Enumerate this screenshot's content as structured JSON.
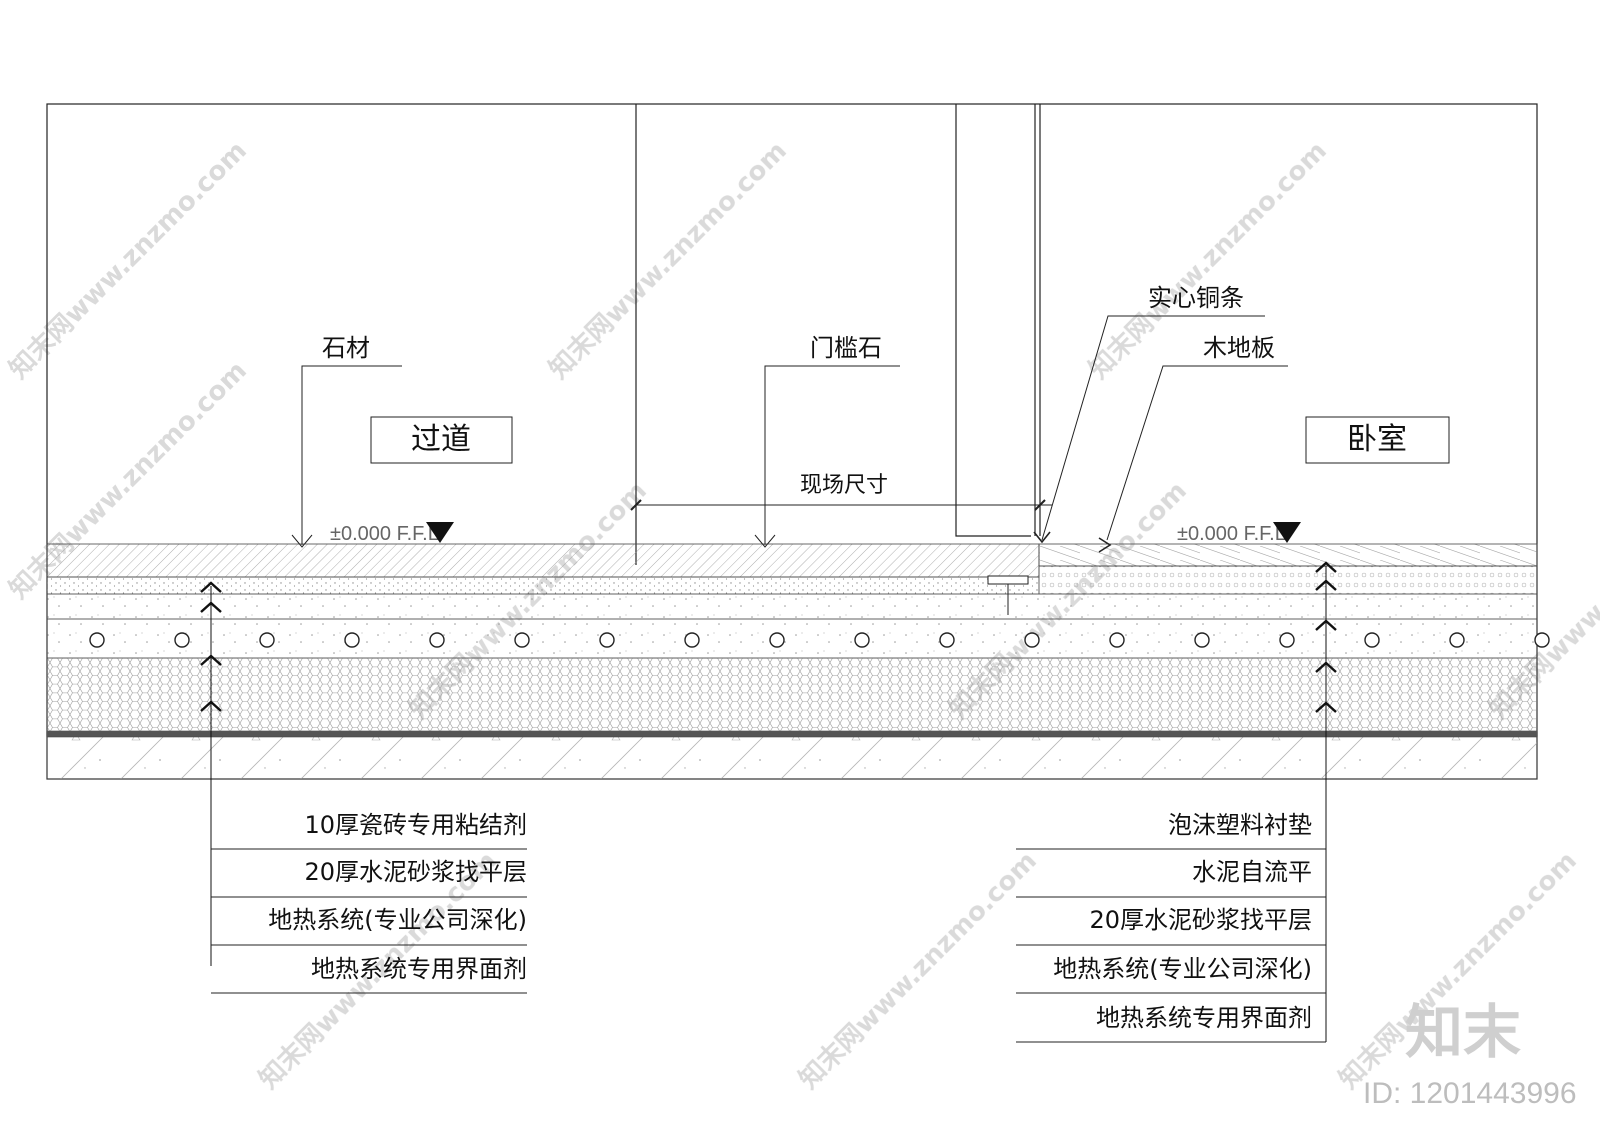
{
  "rooms": {
    "left": "过道",
    "right": "卧室"
  },
  "callouts": {
    "stone": "石材",
    "threshold": "门槛石",
    "copper": "实心铜条",
    "wood": "木地板",
    "dimension": "现场尺寸",
    "level_left": "±0.000 F.F.L",
    "level_right": "±0.000 F.F.L"
  },
  "legend_left": [
    "10厚瓷砖专用粘结剂",
    "20厚水泥砂浆找平层",
    "地热系统(专业公司深化)",
    "地热系统专用界面剂"
  ],
  "legend_right": [
    "泡沫塑料衬垫",
    "水泥自流平",
    "20厚水泥砂浆找平层",
    "地热系统(专业公司深化)",
    "地热系统专用界面剂"
  ],
  "watermark": {
    "text": "知末网www.znzmo.com",
    "brand": "知末",
    "id": "ID: 1201443996"
  }
}
